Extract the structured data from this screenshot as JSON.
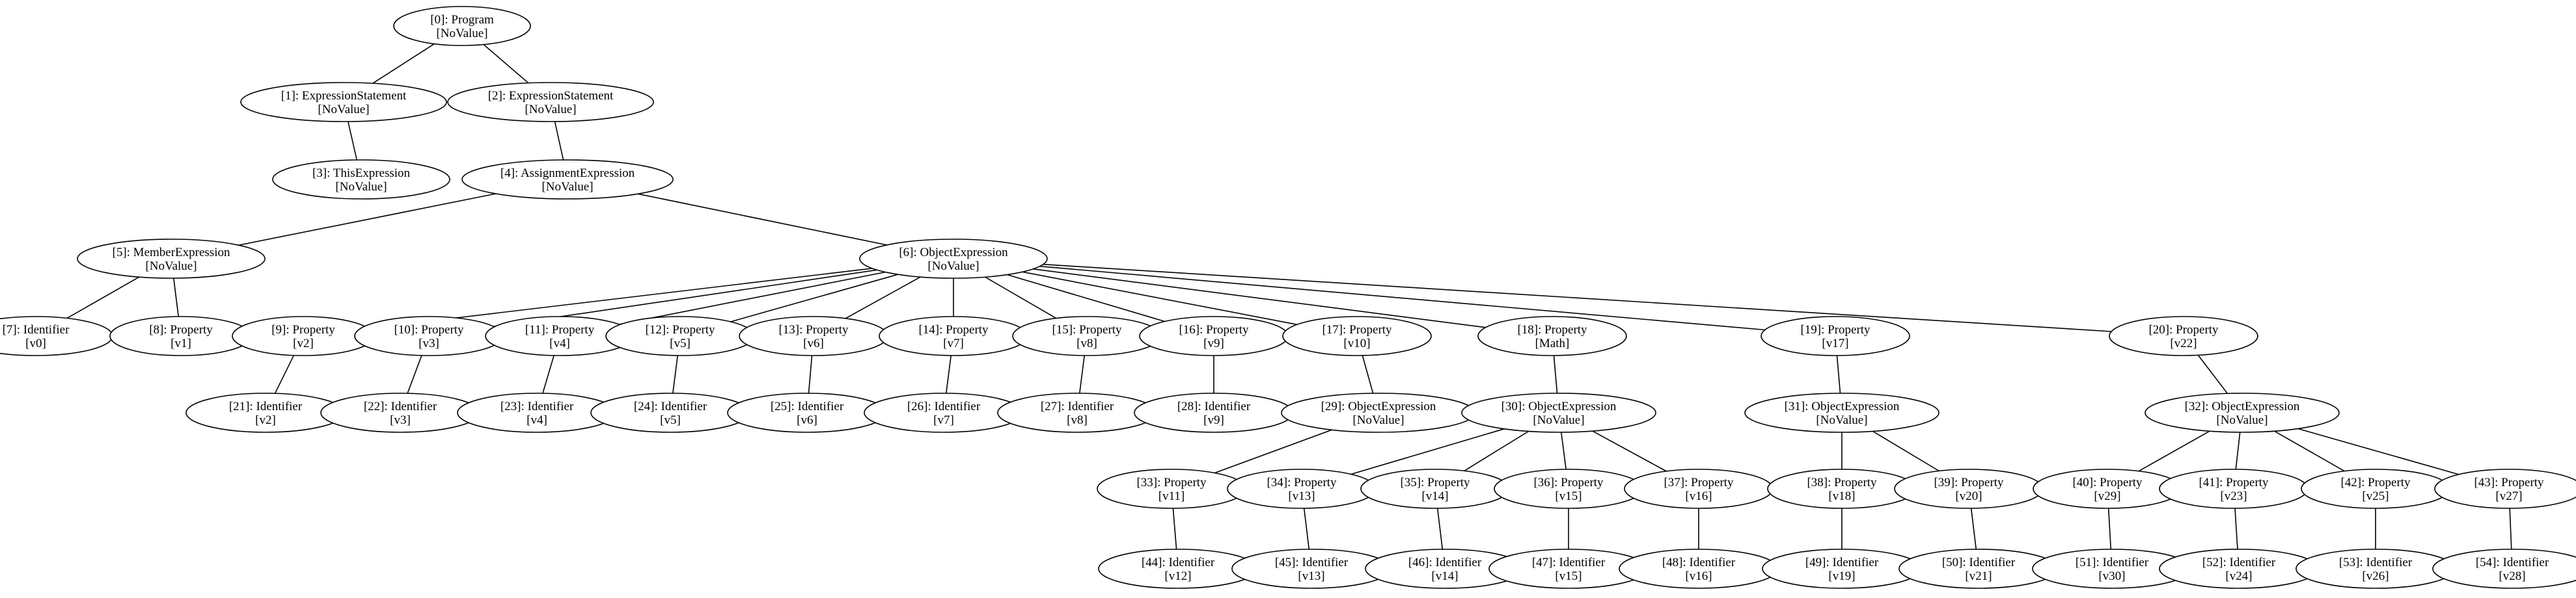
{
  "nodes": [
    {
      "id": 0,
      "label": "[0]: Program",
      "value": "[NoValue]"
    },
    {
      "id": 1,
      "label": "[1]: ExpressionStatement",
      "value": "[NoValue]"
    },
    {
      "id": 2,
      "label": "[2]: ExpressionStatement",
      "value": "[NoValue]"
    },
    {
      "id": 3,
      "label": "[3]: ThisExpression",
      "value": "[NoValue]"
    },
    {
      "id": 4,
      "label": "[4]: AssignmentExpression",
      "value": "[NoValue]"
    },
    {
      "id": 5,
      "label": "[5]: MemberExpression",
      "value": "[NoValue]"
    },
    {
      "id": 6,
      "label": "[6]: ObjectExpression",
      "value": "[NoValue]"
    },
    {
      "id": 7,
      "label": "[7]: Identifier",
      "value": "[v0]"
    },
    {
      "id": 8,
      "label": "[8]: Property",
      "value": "[v1]"
    },
    {
      "id": 9,
      "label": "[9]: Property",
      "value": "[v2]"
    },
    {
      "id": 10,
      "label": "[10]: Property",
      "value": "[v3]"
    },
    {
      "id": 11,
      "label": "[11]: Property",
      "value": "[v4]"
    },
    {
      "id": 12,
      "label": "[12]: Property",
      "value": "[v5]"
    },
    {
      "id": 13,
      "label": "[13]: Property",
      "value": "[v6]"
    },
    {
      "id": 14,
      "label": "[14]: Property",
      "value": "[v7]"
    },
    {
      "id": 15,
      "label": "[15]: Property",
      "value": "[v8]"
    },
    {
      "id": 16,
      "label": "[16]: Property",
      "value": "[v9]"
    },
    {
      "id": 17,
      "label": "[17]: Property",
      "value": "[v10]"
    },
    {
      "id": 18,
      "label": "[18]: Property",
      "value": "[Math]"
    },
    {
      "id": 19,
      "label": "[19]: Property",
      "value": "[v17]"
    },
    {
      "id": 20,
      "label": "[20]: Property",
      "value": "[v22]"
    },
    {
      "id": 21,
      "label": "[21]: Identifier",
      "value": "[v2]"
    },
    {
      "id": 22,
      "label": "[22]: Identifier",
      "value": "[v3]"
    },
    {
      "id": 23,
      "label": "[23]: Identifier",
      "value": "[v4]"
    },
    {
      "id": 24,
      "label": "[24]: Identifier",
      "value": "[v5]"
    },
    {
      "id": 25,
      "label": "[25]: Identifier",
      "value": "[v6]"
    },
    {
      "id": 26,
      "label": "[26]: Identifier",
      "value": "[v7]"
    },
    {
      "id": 27,
      "label": "[27]: Identifier",
      "value": "[v8]"
    },
    {
      "id": 28,
      "label": "[28]: Identifier",
      "value": "[v9]"
    },
    {
      "id": 29,
      "label": "[29]: ObjectExpression",
      "value": "[NoValue]"
    },
    {
      "id": 30,
      "label": "[30]: ObjectExpression",
      "value": "[NoValue]"
    },
    {
      "id": 31,
      "label": "[31]: ObjectExpression",
      "value": "[NoValue]"
    },
    {
      "id": 32,
      "label": "[32]: ObjectExpression",
      "value": "[NoValue]"
    },
    {
      "id": 33,
      "label": "[33]: Property",
      "value": "[v11]"
    },
    {
      "id": 34,
      "label": "[34]: Property",
      "value": "[v13]"
    },
    {
      "id": 35,
      "label": "[35]: Property",
      "value": "[v14]"
    },
    {
      "id": 36,
      "label": "[36]: Property",
      "value": "[v15]"
    },
    {
      "id": 37,
      "label": "[37]: Property",
      "value": "[v16]"
    },
    {
      "id": 38,
      "label": "[38]: Property",
      "value": "[v18]"
    },
    {
      "id": 39,
      "label": "[39]: Property",
      "value": "[v20]"
    },
    {
      "id": 40,
      "label": "[40]: Property",
      "value": "[v29]"
    },
    {
      "id": 41,
      "label": "[41]: Property",
      "value": "[v23]"
    },
    {
      "id": 42,
      "label": "[42]: Property",
      "value": "[v25]"
    },
    {
      "id": 43,
      "label": "[43]: Property",
      "value": "[v27]"
    },
    {
      "id": 44,
      "label": "[44]: Identifier",
      "value": "[v12]"
    },
    {
      "id": 45,
      "label": "[45]: Identifier",
      "value": "[v13]"
    },
    {
      "id": 46,
      "label": "[46]: Identifier",
      "value": "[v14]"
    },
    {
      "id": 47,
      "label": "[47]: Identifier",
      "value": "[v15]"
    },
    {
      "id": 48,
      "label": "[48]: Identifier",
      "value": "[v16]"
    },
    {
      "id": 49,
      "label": "[49]: Identifier",
      "value": "[v19]"
    },
    {
      "id": 50,
      "label": "[50]: Identifier",
      "value": "[v21]"
    },
    {
      "id": 51,
      "label": "[51]: Identifier",
      "value": "[v30]"
    },
    {
      "id": 52,
      "label": "[52]: Identifier",
      "value": "[v24]"
    },
    {
      "id": 53,
      "label": "[53]: Identifier",
      "value": "[v26]"
    },
    {
      "id": 54,
      "label": "[54]: Identifier",
      "value": "[v28]"
    }
  ],
  "edges": [
    [
      0,
      1
    ],
    [
      0,
      2
    ],
    [
      1,
      3
    ],
    [
      2,
      4
    ],
    [
      4,
      5
    ],
    [
      4,
      6
    ],
    [
      5,
      7
    ],
    [
      5,
      8
    ],
    [
      6,
      9
    ],
    [
      6,
      10
    ],
    [
      6,
      11
    ],
    [
      6,
      12
    ],
    [
      6,
      13
    ],
    [
      6,
      14
    ],
    [
      6,
      15
    ],
    [
      6,
      16
    ],
    [
      6,
      17
    ],
    [
      6,
      18
    ],
    [
      6,
      19
    ],
    [
      6,
      20
    ],
    [
      9,
      21
    ],
    [
      10,
      22
    ],
    [
      11,
      23
    ],
    [
      12,
      24
    ],
    [
      13,
      25
    ],
    [
      14,
      26
    ],
    [
      15,
      27
    ],
    [
      16,
      28
    ],
    [
      17,
      29
    ],
    [
      18,
      30
    ],
    [
      19,
      31
    ],
    [
      20,
      32
    ],
    [
      29,
      33
    ],
    [
      30,
      34
    ],
    [
      30,
      35
    ],
    [
      30,
      36
    ],
    [
      30,
      37
    ],
    [
      31,
      38
    ],
    [
      31,
      39
    ],
    [
      32,
      40
    ],
    [
      32,
      41
    ],
    [
      32,
      42
    ],
    [
      32,
      43
    ],
    [
      33,
      44
    ],
    [
      34,
      45
    ],
    [
      35,
      46
    ],
    [
      36,
      47
    ],
    [
      37,
      48
    ],
    [
      38,
      49
    ],
    [
      39,
      50
    ],
    [
      40,
      51
    ],
    [
      41,
      52
    ],
    [
      42,
      53
    ],
    [
      43,
      54
    ]
  ]
}
